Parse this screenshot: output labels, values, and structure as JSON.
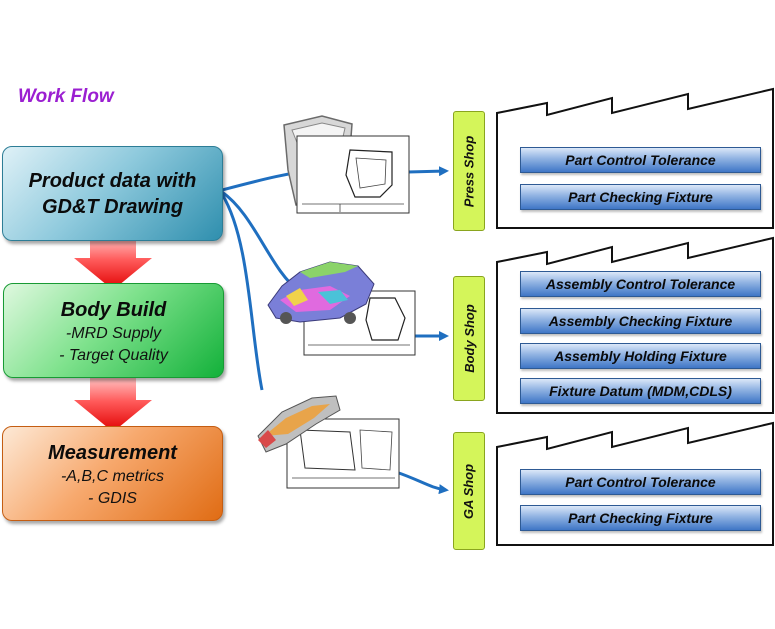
{
  "title": "Work Flow",
  "stages": {
    "product": {
      "line1": "Product data with",
      "line2": "GD&T Drawing"
    },
    "body": {
      "head": "Body Build",
      "sub1": "-MRD Supply",
      "sub2": "- Target Quality"
    },
    "measurement": {
      "head": "Measurement",
      "sub1": "-A,B,C metrics",
      "sub2": "- GDIS"
    }
  },
  "shops": {
    "press": {
      "name": "Press Shop",
      "items": [
        "Part Control Tolerance",
        "Part Checking Fixture"
      ]
    },
    "body": {
      "name": "Body Shop",
      "items": [
        "Assembly Control Tolerance",
        "Assembly Checking Fixture",
        "Assembly Holding Fixture",
        "Fixture Datum (MDM,CDLS)"
      ]
    },
    "ga": {
      "name": "GA Shop",
      "items": [
        "Part Control Tolerance",
        "Part Checking Fixture"
      ]
    }
  },
  "colors": {
    "title": "#9b1fd1",
    "arrow": "#ff2a2a",
    "connector": "#1f6fc0",
    "tab": "#d4f55a"
  }
}
